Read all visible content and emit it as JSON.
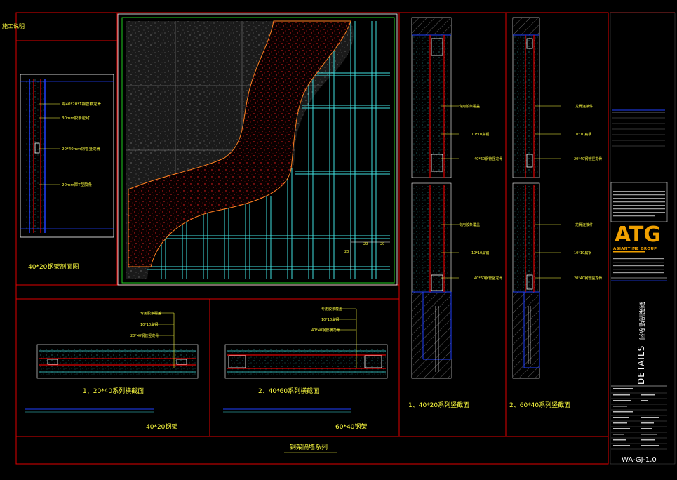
{
  "colors": {
    "frame": "#e00000",
    "label": "#ffff40",
    "cyan": "#40e0e0",
    "blue": "#2040ff",
    "green": "#20d020",
    "white": "#ffffff",
    "orange": "#ff8020"
  },
  "top_left_label": "施工说明",
  "left_detail": {
    "notes": [
      "副40*20*1钢管横龙骨",
      "30mm胶条密封",
      "20*40mm钢管竖龙骨",
      "20mm厚T型胶条"
    ],
    "caption": "40*20钢架剖面图"
  },
  "plan_dims": [
    "20",
    "20",
    "20"
  ],
  "section1": {
    "notes": [
      "专用胶条覆盖",
      "10*10扁钢",
      "20*40钢管竖龙骨"
    ],
    "caption": "1、20*40系列横截面",
    "scale_caption": "40*20钢架"
  },
  "section2": {
    "notes": [
      "专用胶条覆盖",
      "10*10扁钢",
      "40*40钢管横龙骨"
    ],
    "caption": "2、40*60系列横截面",
    "scale_caption": "60*40钢架"
  },
  "elev1": {
    "upper_notes": [
      "专用胶条覆盖",
      "10*10扁钢",
      "40*60钢管竖龙骨"
    ],
    "lower_notes": [
      "专用胶条覆盖",
      "10*10扁钢",
      "40*60钢管竖龙骨"
    ],
    "caption": "1、40*20系列竖截面"
  },
  "elev2": {
    "upper_notes": [
      "龙骨连接件",
      "10*10扁钢",
      "20*40钢管竖龙骨"
    ],
    "lower_notes": [
      "龙骨连接件",
      "10*10扁钢",
      "20*40钢管竖龙骨"
    ],
    "caption": "2、60*40系列竖截面"
  },
  "bottom_title": "钢架隔墙系列",
  "title_block": {
    "logo": "ATG",
    "logo_sub": "ASIANTIME GROUP",
    "series_title": "钢架隔墙系列",
    "details_label": "DETAILS",
    "drawing_no": "WA-GJ-1.0"
  }
}
